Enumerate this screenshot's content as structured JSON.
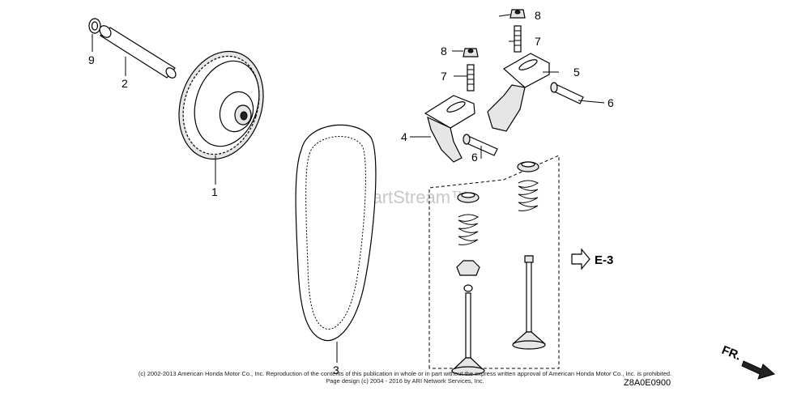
{
  "watermark": "ARI PartStream™",
  "reference_label": "E-3",
  "front_label": "FR.",
  "diagram_code": "Z8A0E0900",
  "copyright": "(c) 2002-2013 American Honda Motor Co., Inc. Reproduction of the contents of this publication in whole or in part without the express written approval of American Honda Motor Co., Inc. is prohibited.",
  "page_design": "Page design (c) 2004 - 2016 by ARI Network Services, Inc.",
  "callouts": {
    "c1": "1",
    "c2": "2",
    "c3": "3",
    "c4": "4",
    "c5": "5",
    "c6a": "6",
    "c6b": "6",
    "c7a": "7",
    "c7b": "7",
    "c8a": "8",
    "c8b": "8",
    "c9": "9"
  }
}
